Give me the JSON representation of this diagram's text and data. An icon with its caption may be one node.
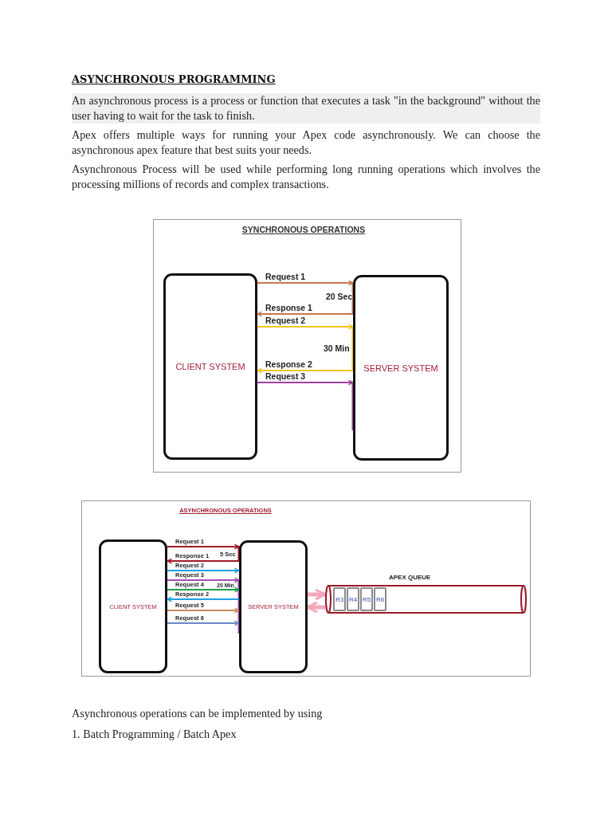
{
  "diagram": {
    "title": "ASYNCHRONOUS PROGRAMMING",
    "nodes": [
      {
        "text": [
          "CLIENT SYSTEM"
        ]
      },
      {
        "text": [
          "SERVER SYSTEM"
        ]
      },
      {
        "text": [
          "CLIENT SYSTEM"
        ]
      },
      {
        "text": [
          "SERVER SYSTEM"
        ]
      },
      {
        "text": [
          "APEX QUEUE"
        ]
      },
      {
        "text": [
          "R3"
        ],
        "in": 4
      },
      {
        "text": [
          "R4"
        ],
        "in": 4
      },
      {
        "text": [
          "R5"
        ],
        "in": 4
      },
      {
        "text": [
          "R6"
        ],
        "in": 4
      }
    ],
    "edges": [
      {
        "from": 0,
        "to": 1,
        "arrow": "to",
        "label": "Request 1",
        "color": "#c8784a"
      },
      {
        "from": 1,
        "to": 0,
        "arrow": "to",
        "label": "Response 1",
        "color": "#c8784a"
      },
      {
        "from": 0,
        "to": 1,
        "arrow": "to",
        "label": "Request 2",
        "color": "#f5c518"
      },
      {
        "from": 1,
        "to": 0,
        "arrow": "to",
        "label": "Response 2",
        "color": "#f5c518"
      },
      {
        "from": 0,
        "to": 1,
        "arrow": "to",
        "label": "Request 3",
        "color": "#a040a0"
      },
      {
        "from": 2,
        "to": 3,
        "arrow": "to",
        "label": "Request 1",
        "color": "#a01828"
      },
      {
        "from": 3,
        "to": 2,
        "arrow": "to",
        "label": "Response 1",
        "color": "#a01828"
      },
      {
        "from": 2,
        "to": 3,
        "arrow": "to",
        "label": "Request 2",
        "color": "#1ea0e6"
      },
      {
        "from": 2,
        "to": 3,
        "arrow": "to",
        "label": "Request 3",
        "color": "#a050b0"
      },
      {
        "from": 2,
        "to": 3,
        "arrow": "to",
        "label": "Request 4",
        "color": "#20a048"
      },
      {
        "from": 3,
        "to": 2,
        "arrow": "to",
        "label": "Response 2",
        "color": "#1ea0e6"
      },
      {
        "from": 2,
        "to": 3,
        "arrow": "to",
        "label": "Request 5",
        "color": "#c88a5a"
      },
      {
        "from": 2,
        "to": 3,
        "arrow": "to",
        "label": "Request 6",
        "color": "#6a88c8"
      },
      {
        "from": 3,
        "to": 4,
        "arrow": "to",
        "style": "thick",
        "color": "#f4a8b8"
      },
      {
        "from": 4,
        "to": 3,
        "arrow": "to",
        "style": "thick",
        "color": "#f4a8b8"
      }
    ],
    "labels": [
      "An asynchronous process is a process or function that executes a task \"in the background\" without the user having to wait for the task to finish.",
      "Apex offers multiple ways for running your Apex code asynchronously. We can choose the asynchronous apex feature that best suits your needs.",
      "Asynchronous Process will be used while performing long running operations which involves the processing millions of records and complex transactions.",
      "SYNCHRONOUS OPERATIONS",
      "20 Sec",
      "30 Min",
      "ASYNCHRONOUS OPERATIONS",
      "5 Sec",
      "20 Min",
      "Asynchronous operations can be implemented by using",
      "1. Batch Programming / Batch Apex"
    ]
  }
}
